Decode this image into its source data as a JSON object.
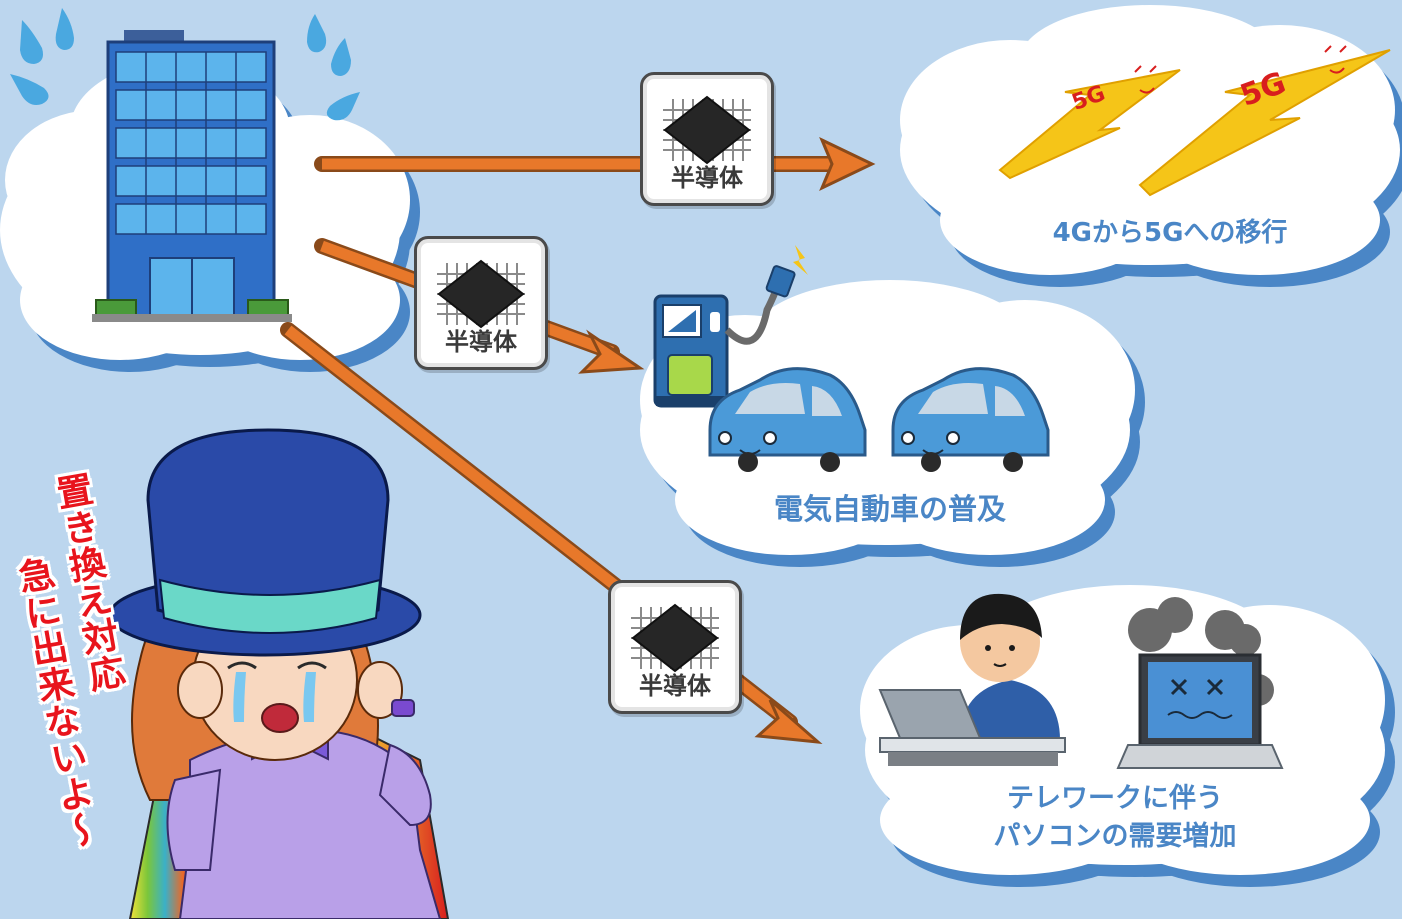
{
  "diagram": {
    "chip_label": "半導体",
    "chip_labels": [
      "半導体",
      "半導体",
      "半導体"
    ],
    "destinations": {
      "fiveg": {
        "caption": "4Gから5Gへの移行",
        "badge_a": "5G",
        "badge_b": "5G"
      },
      "ev": {
        "caption": "電気自動車の普及"
      },
      "telework": {
        "caption_line1": "テレワークに伴う",
        "caption_line2": "パソコンの需要増加"
      }
    },
    "speech": {
      "line1": "置き換え対応",
      "line2": "急に出来ないよ〜"
    }
  },
  "colors": {
    "background": "#bcd6ee",
    "cloud": "#ffffff",
    "cloud_shadow": "#4a86c6",
    "arrow": "#e8782a",
    "caption": "#4a86c6",
    "speech": "#e8141c",
    "building": "#2f6fc7",
    "car": "#4b9ad8"
  },
  "icons": [
    "office-building-icon",
    "sweat-drop-icon",
    "semiconductor-chip-icon",
    "lightning-5g-icon",
    "ev-charger-icon",
    "car-icon",
    "office-worker-icon",
    "laptop-icon",
    "broken-laptop-icon",
    "crying-girl-icon"
  ]
}
